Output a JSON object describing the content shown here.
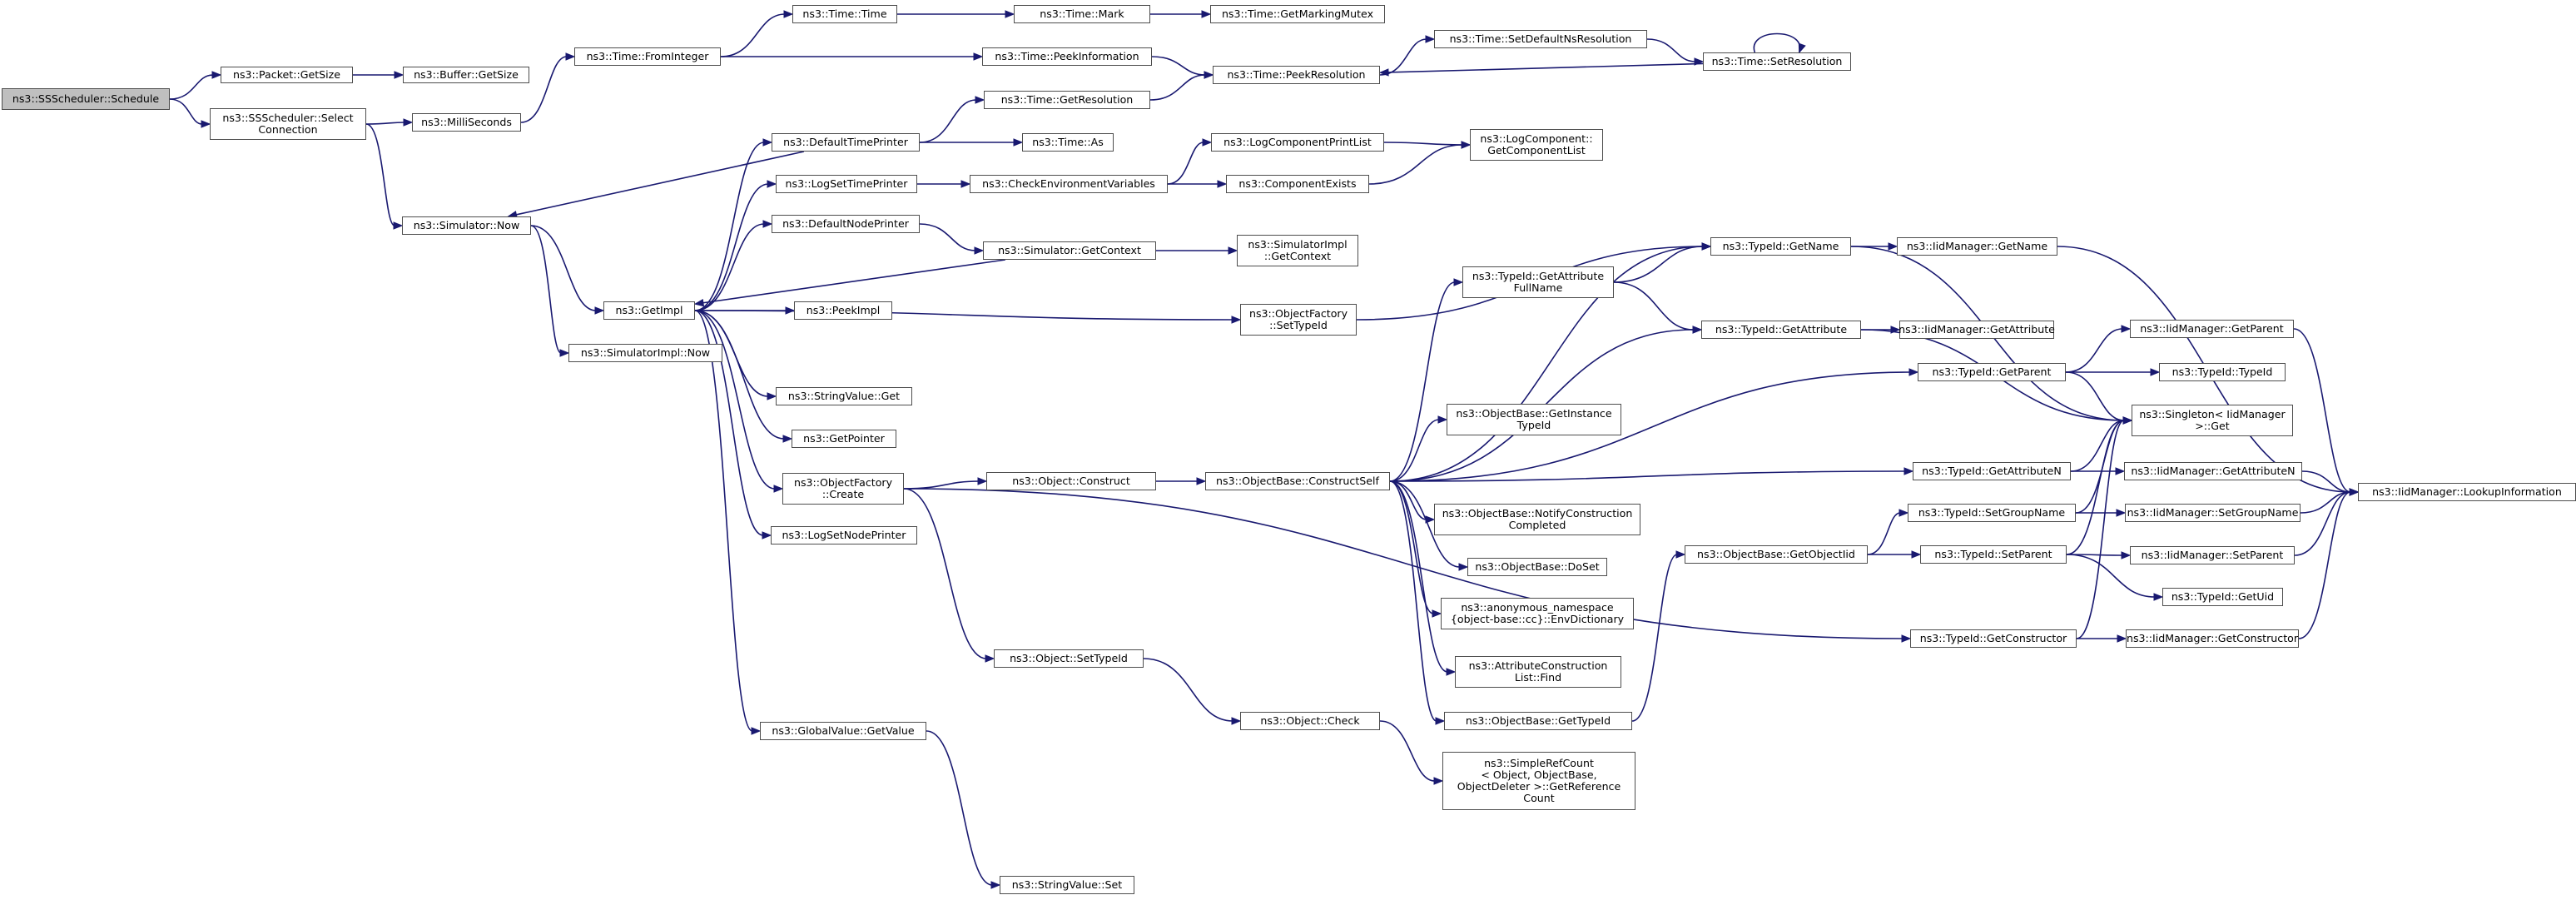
{
  "colors": {
    "edge": "#191970",
    "node_border": "#4d4d4d",
    "root_fill": "#bfbfbf",
    "node_fill": "#ffffff"
  },
  "root_label": "ns3::SSScheduler::Schedule",
  "node_labels": {
    "packet_getsize": "ns3::Packet::GetSize",
    "buffer_getsize": "ns3::Buffer::GetSize",
    "ss_select": "ns3::SSScheduler::Select\nConnection",
    "millisec": "ns3::MilliSeconds",
    "frominteger": "ns3::Time::FromInteger",
    "time_time": "ns3::Time::Time",
    "time_mark": "ns3::Time::Mark",
    "getmarkingmutex": "ns3::Time::GetMarkingMutex",
    "peekinfo": "ns3::Time::PeekInformation",
    "peekres": "ns3::Time::PeekResolution",
    "setdefns": "ns3::Time::SetDefaultNsResolution",
    "setres": "ns3::Time::SetResolution",
    "getres": "ns3::Time::GetResolution",
    "deftimeprinter": "ns3::DefaultTimePrinter",
    "time_as": "ns3::Time::As",
    "logsettimeprinter": "ns3::LogSetTimePrinter",
    "checkenv": "ns3::CheckEnvironmentVariables",
    "logcompprintlist": "ns3::LogComponentPrintList",
    "logcomp_getlist": "ns3::LogComponent::\nGetComponentList",
    "compexists": "ns3::ComponentExists",
    "sim_now": "ns3::Simulator::Now",
    "defnodeprinter": "ns3::DefaultNodePrinter",
    "sim_getcontext": "ns3::Simulator::GetContext",
    "simimpl_getcontext": "ns3::SimulatorImpl\n::GetContext",
    "getimpl": "ns3::GetImpl",
    "peekimpl": "ns3::PeekImpl",
    "simimpl_now": "ns3::SimulatorImpl::Now",
    "objfact_settypeid": "ns3::ObjectFactory\n::SetTypeId",
    "stringvalue_get": "ns3::StringValue::Get",
    "getpointer": "ns3::GetPointer",
    "objfact_create": "ns3::ObjectFactory\n::Create",
    "logsetnodeprinter": "ns3::LogSetNodePrinter",
    "object_construct": "ns3::Object::Construct",
    "constructself": "ns3::ObjectBase::ConstructSelf",
    "typeid_getname": "ns3::TypeId::GetName",
    "iid_getname": "ns3::IidManager::GetName",
    "typeid_getattrfullname": "ns3::TypeId::GetAttribute\nFullName",
    "typeid_getattr": "ns3::TypeId::GetAttribute",
    "iid_getattr": "ns3::IidManager::GetAttribute",
    "typeid_getparent": "ns3::TypeId::GetParent",
    "iid_getparent": "ns3::IidManager::GetParent",
    "typeid_typeid": "ns3::TypeId::TypeId",
    "objbase_getinstance": "ns3::ObjectBase::GetInstance\nTypeId",
    "singleton_get": "ns3::Singleton< IidManager\n>::Get",
    "typeid_getattrn": "ns3::TypeId::GetAttributeN",
    "iid_getattrn": "ns3::IidManager::GetAttributeN",
    "iid_lookup": "ns3::IidManager::LookupInformation",
    "notifyconstr": "ns3::ObjectBase::NotifyConstruction\nCompleted",
    "typeid_setgroupname": "ns3::TypeId::SetGroupName",
    "iid_setgroupname": "ns3::IidManager::SetGroupName",
    "getobjectiid": "ns3::ObjectBase::GetObjectIid",
    "typeid_setparent": "ns3::TypeId::SetParent",
    "iid_setparent": "ns3::IidManager::SetParent",
    "objbase_doset": "ns3::ObjectBase::DoSet",
    "typeid_getuid": "ns3::TypeId::GetUid",
    "anon_envdict": "ns3::anonymous_namespace\n{object-base::cc}::EnvDictionary",
    "typeid_getconstructor": "ns3::TypeId::GetConstructor",
    "iid_getconstructor": "ns3::IidManager::GetConstructor",
    "object_settypeid": "ns3::Object::SetTypeId",
    "attrconstr_find": "ns3::AttributeConstruction\nList::Find",
    "objbase_gettypeid": "ns3::ObjectBase::GetTypeId",
    "globalvalue_getvalue": "ns3::GlobalValue::GetValue",
    "object_check": "ns3::Object::Check",
    "simplerefcount": "ns3::SimpleRefCount\n< Object, ObjectBase,\n ObjectDeleter >::GetReference\nCount",
    "stringvalue_set": "ns3::StringValue::Set"
  }
}
